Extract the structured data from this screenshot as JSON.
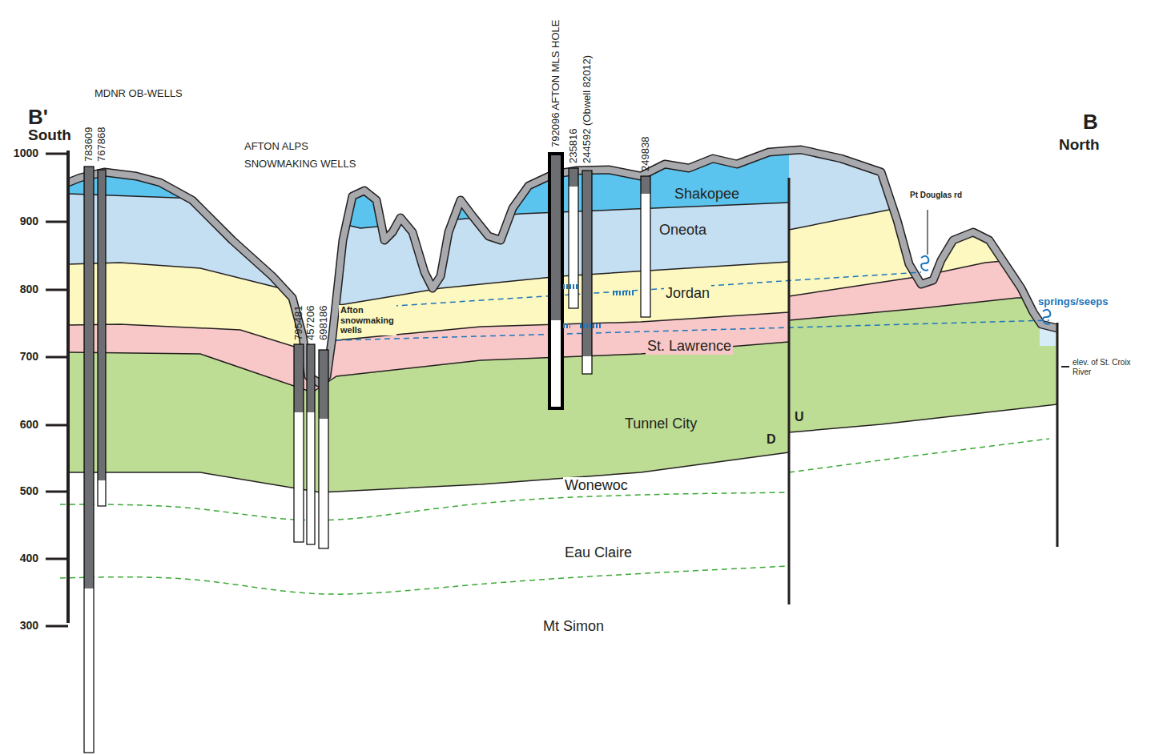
{
  "diagram": {
    "labels": [
      "B'",
      "South",
      "B",
      "North",
      "1000",
      "900",
      "800",
      "700",
      "600",
      "500",
      "400",
      "300",
      "MDNR OB-WELLS",
      "783609",
      "767868",
      "AFTON ALPS SNOWMAKING WELLS",
      "795481",
      "457206",
      "698186",
      "792096 AFTON MLS HOLE",
      "235816",
      "244592 (Obwell 82012)",
      "249838",
      "Shakopee",
      "Oneota",
      "Jordan",
      "St. Lawrence",
      "Tunnel City",
      "Wonewoc",
      "Eau Claire",
      "Mt Simon",
      "Afton snowmaking wells",
      "Pt Douglas rd",
      "springs/seeps",
      "elev. of St. Croix River",
      "U",
      "D"
    ]
  }
}
